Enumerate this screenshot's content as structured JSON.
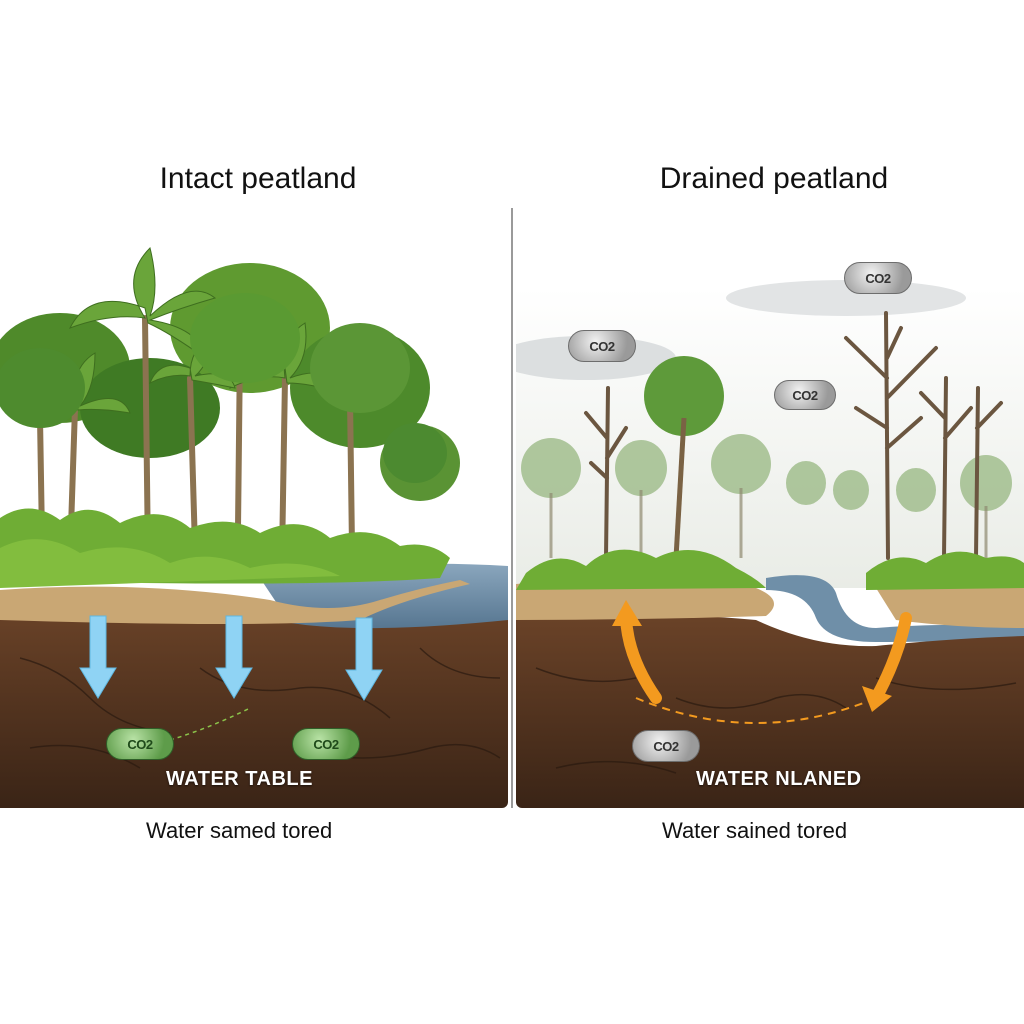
{
  "left_panel": {
    "title": "Intact peatland",
    "soil_label": "WATER TABLE",
    "caption": "Water samed tored",
    "co2_labels": [
      "CO2",
      "CO2"
    ]
  },
  "right_panel": {
    "title": "Drained peatland",
    "soil_label": "WATER NLANED",
    "caption": "Water sained tored",
    "co2_labels": [
      "CO2",
      "CO2",
      "CO2",
      "CO2"
    ]
  },
  "colors": {
    "water_arrow": "#8fd3f4",
    "release_arrow": "#f39a1f",
    "soil": "#4a2f1e",
    "peat_surface": "#c9a774",
    "water": "#6f8fa8"
  }
}
